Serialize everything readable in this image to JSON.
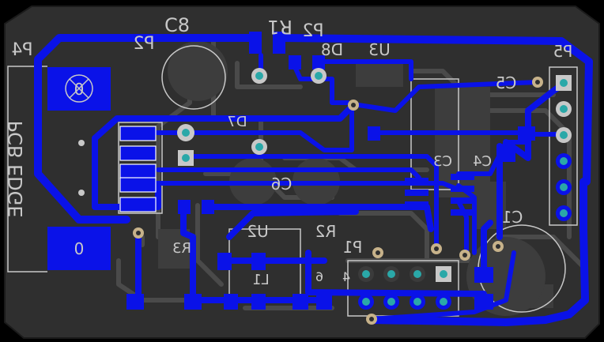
{
  "colors": {
    "background": "#000000",
    "board": "#2f2f2f",
    "copper_top": "#0a12e8",
    "copper_bottom": "#4a4a4a",
    "silkscreen": "#c8c8c8",
    "pad_hole": "#2aa8a8",
    "via_ring": "#c7b28a"
  },
  "designators": {
    "r1": "R1",
    "c8": "C8",
    "p2_left": "P2",
    "p2_top": "P2",
    "p4": "P4",
    "d8": "D8",
    "u3": "U3",
    "p5": "P5",
    "c5": "C5",
    "c6": "C6",
    "c1": "C1",
    "u2": "U2",
    "r2": "R2",
    "p1": "P1",
    "d7": "D7",
    "l1": "L1",
    "r3": "R3",
    "c3": "C3",
    "c4": "C4",
    "pin4": "4",
    "pin6": "6"
  },
  "edge_label": "PCB EDGE",
  "usb_pad_labels": {
    "top": "0",
    "bottom": "0"
  },
  "icons": [
    "usb-connector-icon",
    "via-icon",
    "through-hole-pad-icon",
    "smd-pad-icon"
  ]
}
